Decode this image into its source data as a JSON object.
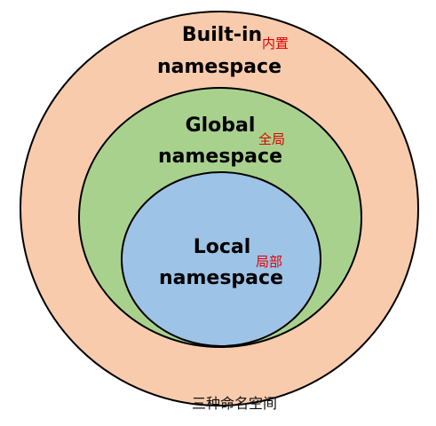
{
  "diagram": {
    "caption": "三种命名空间",
    "rings": {
      "builtin": {
        "line1": "Built-in",
        "line2": "namespace",
        "cn": "内置",
        "color": "#f8cbad"
      },
      "global": {
        "line1": "Global",
        "line2": "namespace",
        "cn": "全局",
        "color": "#a9d18e"
      },
      "local": {
        "line1": "Local",
        "line2": "namespace",
        "cn": "局部",
        "color": "#9dc3e6"
      }
    },
    "colors": {
      "outline": "#000000",
      "cn_text": "#e00000"
    }
  }
}
